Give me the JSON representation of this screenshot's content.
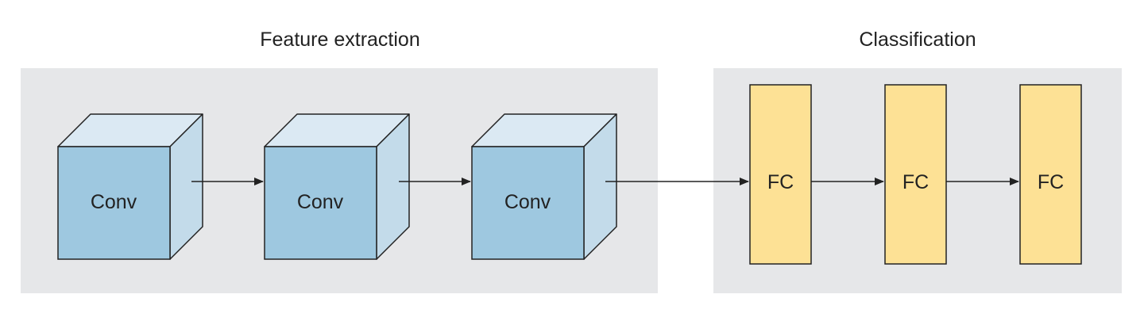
{
  "sections": {
    "feature_extraction": {
      "title": "Feature extraction",
      "background_color": "#e6e7e9"
    },
    "classification": {
      "title": "Classification",
      "background_color": "#e6e7e9"
    }
  },
  "conv_blocks": [
    {
      "label": "Conv"
    },
    {
      "label": "Conv"
    },
    {
      "label": "Conv"
    }
  ],
  "fc_blocks": [
    {
      "label": "FC"
    },
    {
      "label": "FC"
    },
    {
      "label": "FC"
    }
  ],
  "colors": {
    "conv_front": "#9ec8e0",
    "conv_top": "#dbe9f3",
    "conv_side": "#c3dbea",
    "fc_fill": "#fde195",
    "stroke": "#222222",
    "arrow": "#222222"
  }
}
